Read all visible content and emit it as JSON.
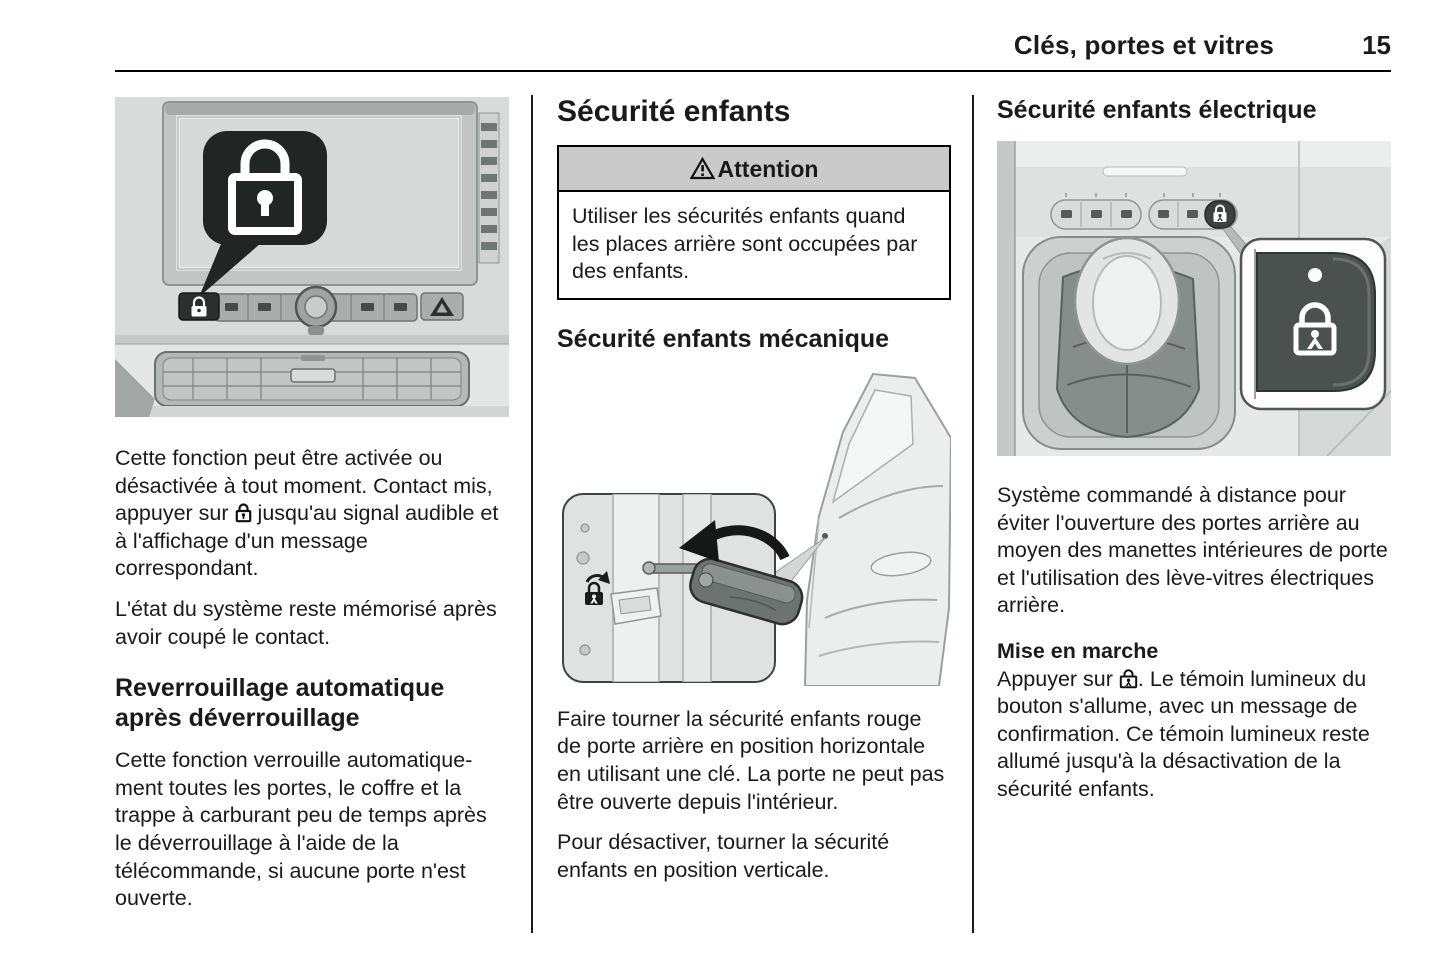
{
  "header": {
    "title": "Clés, portes et vitres",
    "page_number": "15"
  },
  "column1": {
    "para1_before_icon": "Cette fonction peut être activée ou désactivée à tout moment. Contact mis, appuyer sur",
    "para1_after_icon": "jusqu'au signal audible et à l'affichage d'un message correspondant.",
    "para2": "L'état du système reste mémorisé après avoir coupé le contact.",
    "subheading": "Reverrouillage automatique après déverrouillage",
    "para3": "Cette fonction verrouille automatique­ment toutes les portes, le coffre et la trappe à carburant peu de temps après le déverrouillage à l'aide de la télécommande, si aucune porte n'est ouverte."
  },
  "column2": {
    "heading": "Sécurité enfants",
    "attention": {
      "title": "Attention",
      "body": "Utiliser les sécurités enfants quand les places arrière sont occupées par des enfants."
    },
    "subheading": "Sécurité enfants mécanique",
    "para1": "Faire tourner la sécurité enfants rouge de porte arrière en position horizontale en utilisant une clé. La porte ne peut pas être ouverte depuis l'intérieur.",
    "para2": "Pour désactiver, tourner la sécurité enfants en position verticale."
  },
  "column3": {
    "heading": "Sécurité enfants électrique",
    "para1": "Système commandé à distance pour éviter l'ouverture des portes arrière au moyen des manettes intérieures de porte et l'utilisation des lève-vitres électriques arrière.",
    "subheading": "Mise en marche",
    "para2_before_icon": "Appuyer sur",
    "para2_after_icon": ". Le témoin lumineux du bouton s'allume, avec un message de confirmation. Ce témoin lumineux reste allumé jusqu'à la désactivation de la sécurité enfants."
  },
  "icons": {
    "inline_lock": "lock-icon",
    "inline_child_lock": "child-lock-icon",
    "warning": "warning-triangle-icon"
  },
  "colors": {
    "text": "#1a1a1a",
    "attention_header_bg": "#cacaca",
    "figure_background": "#e6e8e7",
    "rule": "#000000"
  }
}
